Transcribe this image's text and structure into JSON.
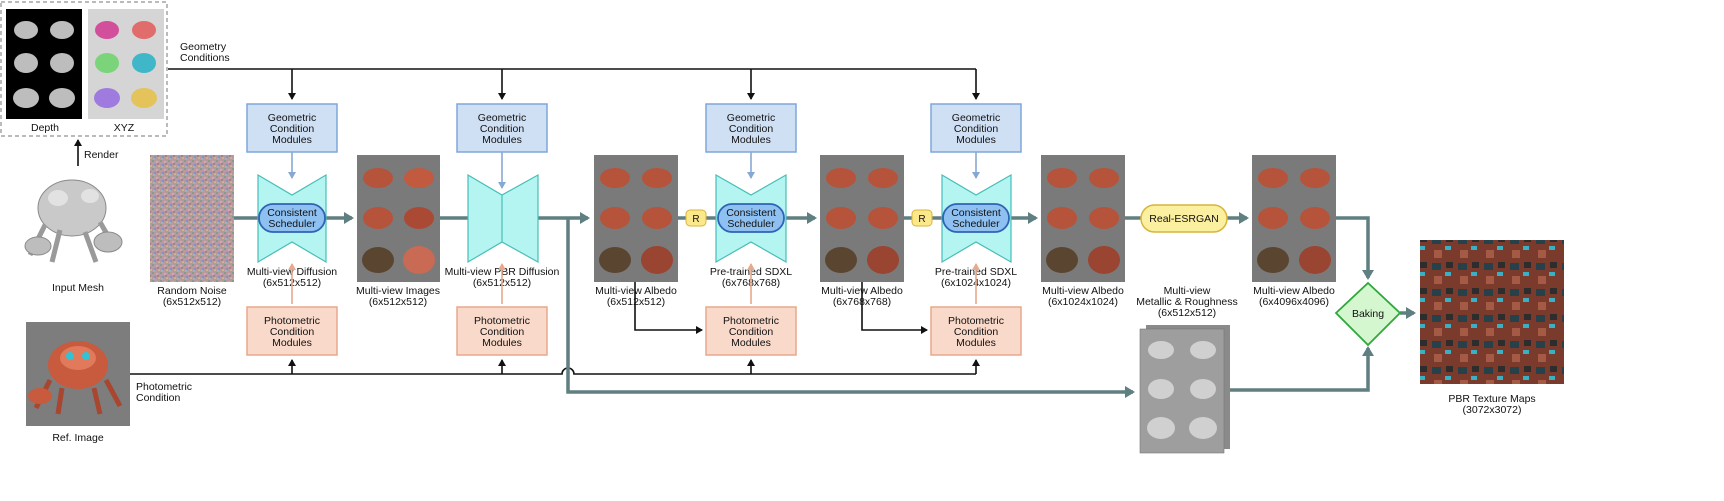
{
  "colors": {
    "geometric_box": "#cfe0f5",
    "photometric_box": "#f9d9c9",
    "unet": "#b4f5f2",
    "scheduler": "#8ec1f2",
    "esrgan": "#fbf0a0",
    "r_badge": "#fbe88a",
    "baking": "#d5f7d0",
    "main_flow": "#5f7f81"
  },
  "labels": {
    "geometry_conditions": [
      "Geometry",
      "Conditions"
    ],
    "depth": "Depth",
    "xyz": "XYZ",
    "render": "Render",
    "input_mesh": "Input Mesh",
    "ref_image": "Ref. Image",
    "photometric_condition": [
      "Photometric",
      "Condition"
    ],
    "random_noise": [
      "Random Noise",
      "(6x512x512)"
    ],
    "mv_diffusion": [
      "Multi-view Diffusion",
      "(6x512x512)"
    ],
    "mv_images": [
      "Multi-view Images",
      "(6x512x512)"
    ],
    "mv_pbr_diffusion": [
      "Multi-view PBR Diffusion",
      "(6x512x512)"
    ],
    "albedo_512": [
      "Multi-view Albedo",
      "(6x512x512)"
    ],
    "sdxl_768": [
      "Pre-trained SDXL",
      "(6x768x768)"
    ],
    "albedo_768": [
      "Multi-view Albedo",
      "(6x768x768)"
    ],
    "sdxl_1024": [
      "Pre-trained SDXL",
      "(6x1024x1024)"
    ],
    "albedo_1024": [
      "Multi-view Albedo",
      "(6x1024x1024)"
    ],
    "metallic_roughness": [
      "Multi-view",
      "Metallic & Roughness",
      "(6x512x512)"
    ],
    "albedo_4096": [
      "Multi-view Albedo",
      "(6x4096x4096)"
    ],
    "pbr_texture_maps": [
      "PBR Texture Maps",
      "(3072x3072)"
    ],
    "geometric_module": [
      "Geometric",
      "Condition",
      "Modules"
    ],
    "photometric_module": [
      "Photometric",
      "Condition",
      "Modules"
    ],
    "consistent_scheduler": [
      "Consistent",
      "Scheduler"
    ],
    "r_badge": "R",
    "real_esrgan": "Real-ESRGAN",
    "baking": "Baking"
  }
}
